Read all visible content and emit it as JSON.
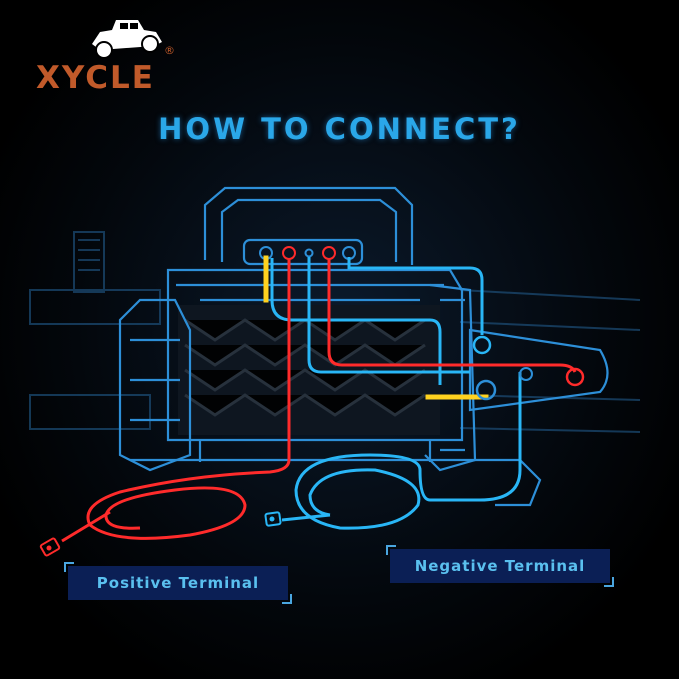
{
  "brand": {
    "name": "XYCLE",
    "reg_mark": "®",
    "logo_icon": "offroad-jeep-icon"
  },
  "title": "HOW TO CONNECT?",
  "labels": {
    "positive": "Positive Terminal",
    "negative": "Negative Terminal"
  },
  "colors": {
    "outline": "#2d8fd8",
    "positive_wire": "#ff2b2b",
    "negative_wire": "#29b6f6",
    "ground_strap": "#ffd21f",
    "brand": "#c15a2a",
    "title": "#2aa7e8",
    "label_bg": "#0b1f55"
  }
}
